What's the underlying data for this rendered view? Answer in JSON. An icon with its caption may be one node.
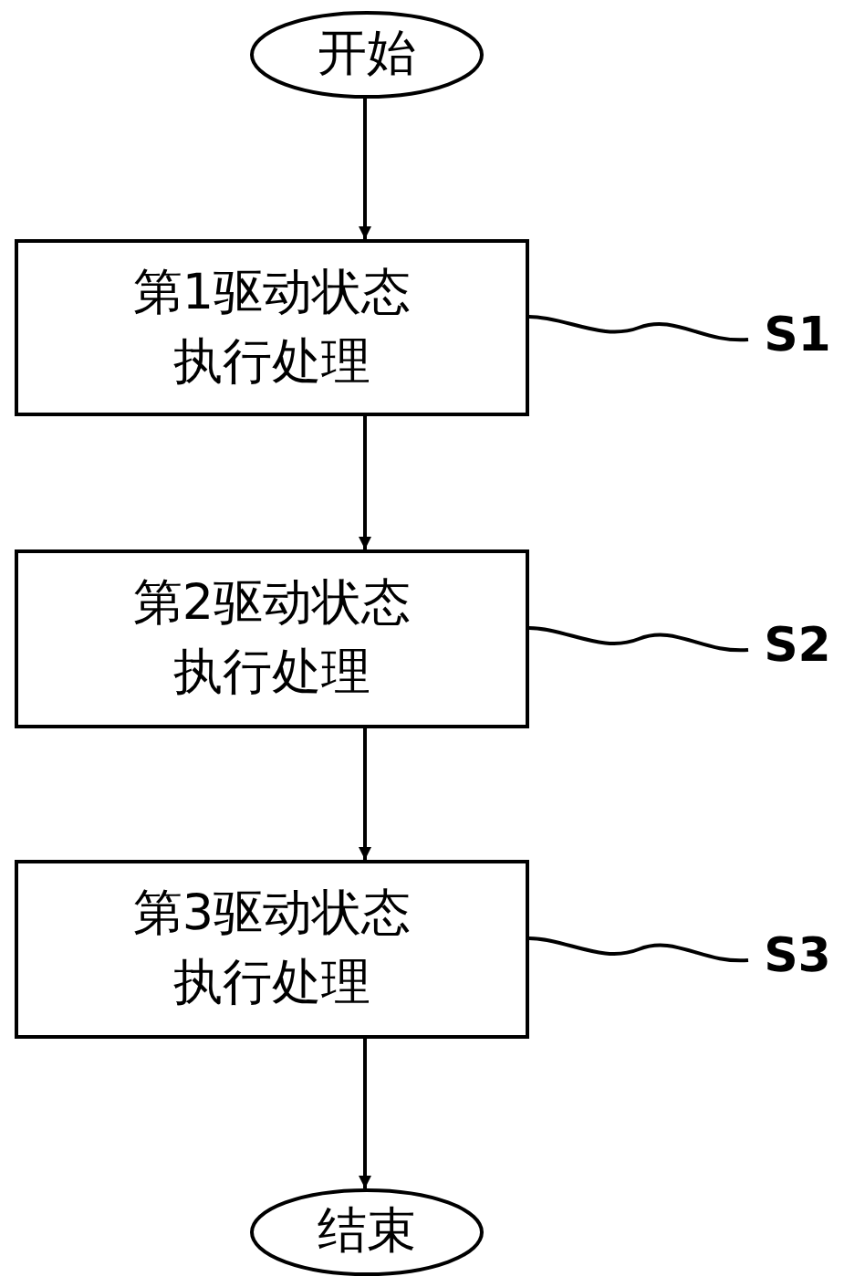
{
  "diagram": {
    "nodes": [
      {
        "text": [
          "开始"
        ]
      },
      {
        "text": [
          "第1驱动状态执行处理"
        ]
      },
      {
        "text": [
          "第2驱动状态执行处理"
        ]
      },
      {
        "text": [
          "第3驱动状态执行处理"
        ]
      },
      {
        "text": [
          "结束"
        ]
      },
      {
        "text": [
          "S1"
        ]
      },
      {
        "text": [
          "S2"
        ]
      },
      {
        "text": [
          "S3"
        ]
      }
    ],
    "edges": [
      {
        "from": 0,
        "to": 1,
        "arrow": "to"
      },
      {
        "from": 1,
        "to": 2,
        "arrow": "to"
      },
      {
        "from": 2,
        "to": 3,
        "arrow": "to"
      },
      {
        "from": 3,
        "to": 4,
        "arrow": "to"
      },
      {
        "from": 5,
        "to": 1,
        "arrow": "none"
      },
      {
        "from": 6,
        "to": 2,
        "arrow": "none"
      },
      {
        "from": 7,
        "to": 3,
        "arrow": "none"
      }
    ]
  }
}
